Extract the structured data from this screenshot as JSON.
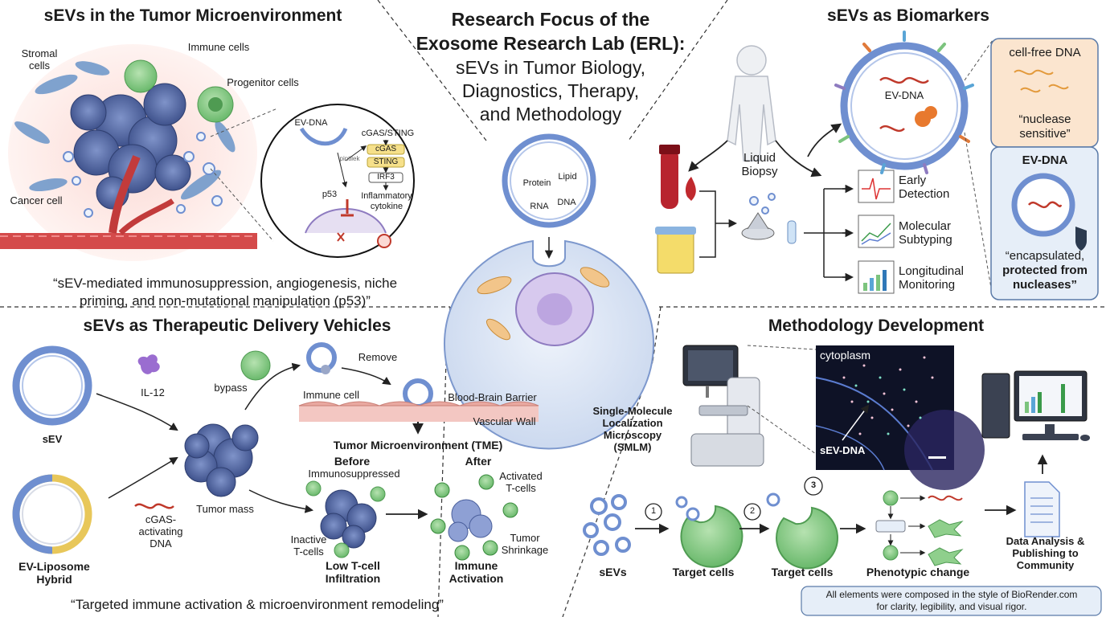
{
  "center": {
    "title_line1": "Research Focus of the",
    "title_line2": "Exosome Research Lab (ERL):",
    "subtitle_line1": "sEVs in Tumor Biology,",
    "subtitle_line2": "Diagnostics, Therapy,",
    "subtitle_line3": "and Methodology",
    "vesicle_labels": {
      "protein": "Protein",
      "lipid": "Lipid",
      "rna": "RNA",
      "dna": "DNA"
    }
  },
  "tme": {
    "title": "sEVs in the Tumor Microenvironment",
    "stromal": "Stromal cells",
    "immune": "Immune cells",
    "progenitor": "Progenitor cells",
    "cancer": "Cancer cell",
    "ev_dna": "EV-DNA",
    "cgas_sting": "cGAS/STING",
    "cgas": "cGAS",
    "sting": "STING",
    "irf3": "IRF3",
    "inflammatory": "Inflammatory cytokine",
    "p53": "p53",
    "small_label": "pintilek",
    "quote_line1": "“sEV-mediated immunosuppression, angiogenesis, niche",
    "quote_line2": "priming, and non-mutational manipulation (p53)”"
  },
  "biomarkers": {
    "title": "sEVs as Biomarkers",
    "liquid_biopsy": "Liquid Biopsy",
    "ev_dna": "EV-DNA",
    "early": "Early Detection",
    "subtyping": "Molecular Subtyping",
    "longitudinal": "Longitudinal Monitoring",
    "cfdna_title": "cell-free DNA",
    "cfdna_quote_line1": "“nuclease",
    "cfdna_quote_line2": "sensitive”",
    "evdna_title": "EV-DNA",
    "evdna_quote_line1": "“encapsulated,",
    "evdna_quote_line2": "protected from",
    "evdna_quote_line3": "nucleases”"
  },
  "therapy": {
    "title": "sEVs as Therapeutic Delivery Vehicles",
    "sev": "sEV",
    "hybrid": "EV-Liposome Hybrid",
    "il12": "IL-12",
    "cgas_dna": "cGAS-activating DNA",
    "bypass": "bypass",
    "tumor_mass": "Tumor mass",
    "immune_cell": "Immune cell",
    "remove": "Remove",
    "bbb": "Blood-Brain Barrier",
    "vascular": "Vascular Wall",
    "tme": "Tumor Microenvironment (TME)",
    "before": "Before",
    "after": "After",
    "immunosuppressed": "Immunosuppressed",
    "inactive": "Inactive T-cells",
    "low_infiltration": "Low T-cell Infiltration",
    "activated": "Activated T-cells",
    "shrinkage": "Tumor Shrinkage",
    "immune_activation": "Immune Activation",
    "quote": "“Targeted immune activation & microenvironment remodeling”"
  },
  "methodology": {
    "title": "Methodology Development",
    "smlm": "Single-Molecule Localization Microscopy (SMLM)",
    "cytoplasm": "cytoplasm",
    "sev_dna": "sEV-DNA",
    "sevs": "sEVs",
    "target1": "Target cells",
    "target2": "Target cells",
    "phenotypic": "Phenotypic change",
    "data_analysis": "Data Analysis & Publishing to Community",
    "step1": "1",
    "step2": "2",
    "step3": "3",
    "footer_line1": "All elements were composed in the style of BioRender.com",
    "footer_line2": "for clarity, legibility, and visual rigor."
  },
  "colors": {
    "membrane_blue": "#6f8fd0",
    "tumor_blue": "#4a5f9c",
    "cell_green": "#7cc47e",
    "dna_red": "#c0392b",
    "vessel_red": "#d44a4a",
    "panel_blue_bg": "#e6eef8",
    "panel_peach_bg": "#fbe5cf"
  }
}
